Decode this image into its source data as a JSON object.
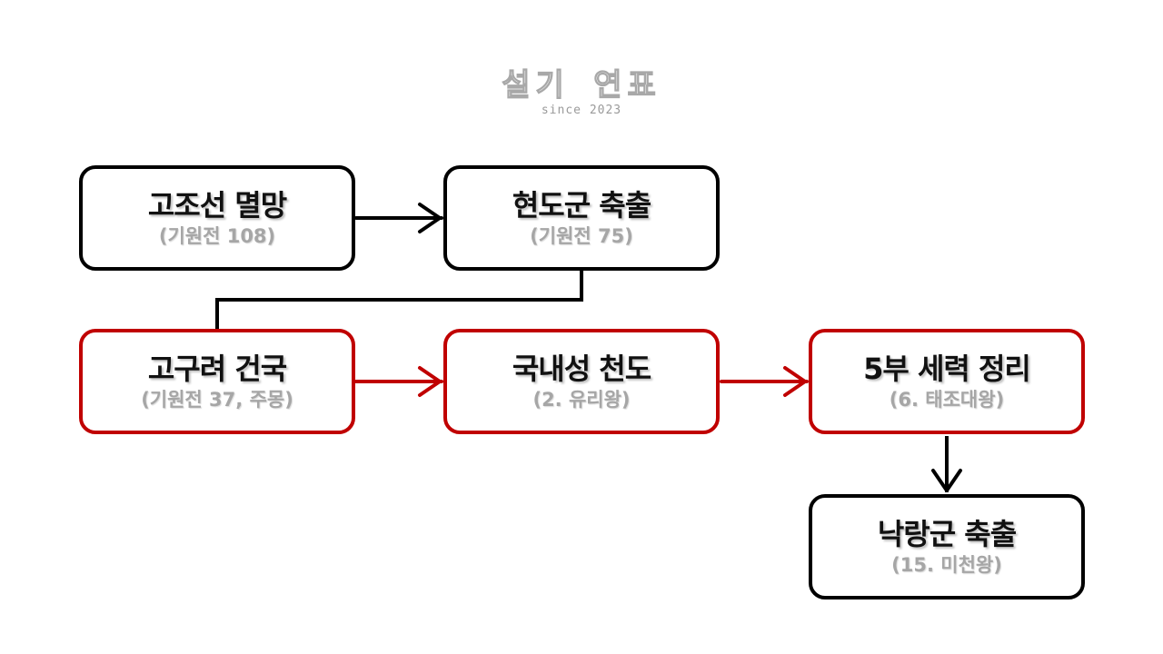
{
  "brand": {
    "title": "설기 연표",
    "subtitle": "since 2023"
  },
  "colors": {
    "default_border": "#000000",
    "highlight_border": "#c00000",
    "subtitle_text": "#a6a6a6"
  },
  "nodes": [
    {
      "id": "gojoseon",
      "title": "고조선 멸망",
      "subtitle": "(기원전 108)",
      "style": "black"
    },
    {
      "id": "hyeondo",
      "title": "현도군 축출",
      "subtitle": "(기원전 75)",
      "style": "black"
    },
    {
      "id": "goguryeo",
      "title": "고구려 건국",
      "subtitle": "(기원전 37, 주몽)",
      "style": "red"
    },
    {
      "id": "gungnae",
      "title": "국내성 천도",
      "subtitle": "(2. 유리왕)",
      "style": "red"
    },
    {
      "id": "obu",
      "title": "5부 세력 정리",
      "subtitle": "(6. 태조대왕)",
      "style": "red"
    },
    {
      "id": "nangnang",
      "title": "낙랑군 축출",
      "subtitle": "(15. 미천왕)",
      "style": "black"
    }
  ],
  "edges": [
    {
      "from": "gojoseon",
      "to": "hyeondo",
      "style": "black",
      "arrow": true
    },
    {
      "from": "hyeondo",
      "to": "goguryeo",
      "style": "black",
      "arrow": false
    },
    {
      "from": "goguryeo",
      "to": "gungnae",
      "style": "red",
      "arrow": true
    },
    {
      "from": "gungnae",
      "to": "obu",
      "style": "red",
      "arrow": true
    },
    {
      "from": "obu",
      "to": "nangnang",
      "style": "black",
      "arrow": true
    }
  ]
}
